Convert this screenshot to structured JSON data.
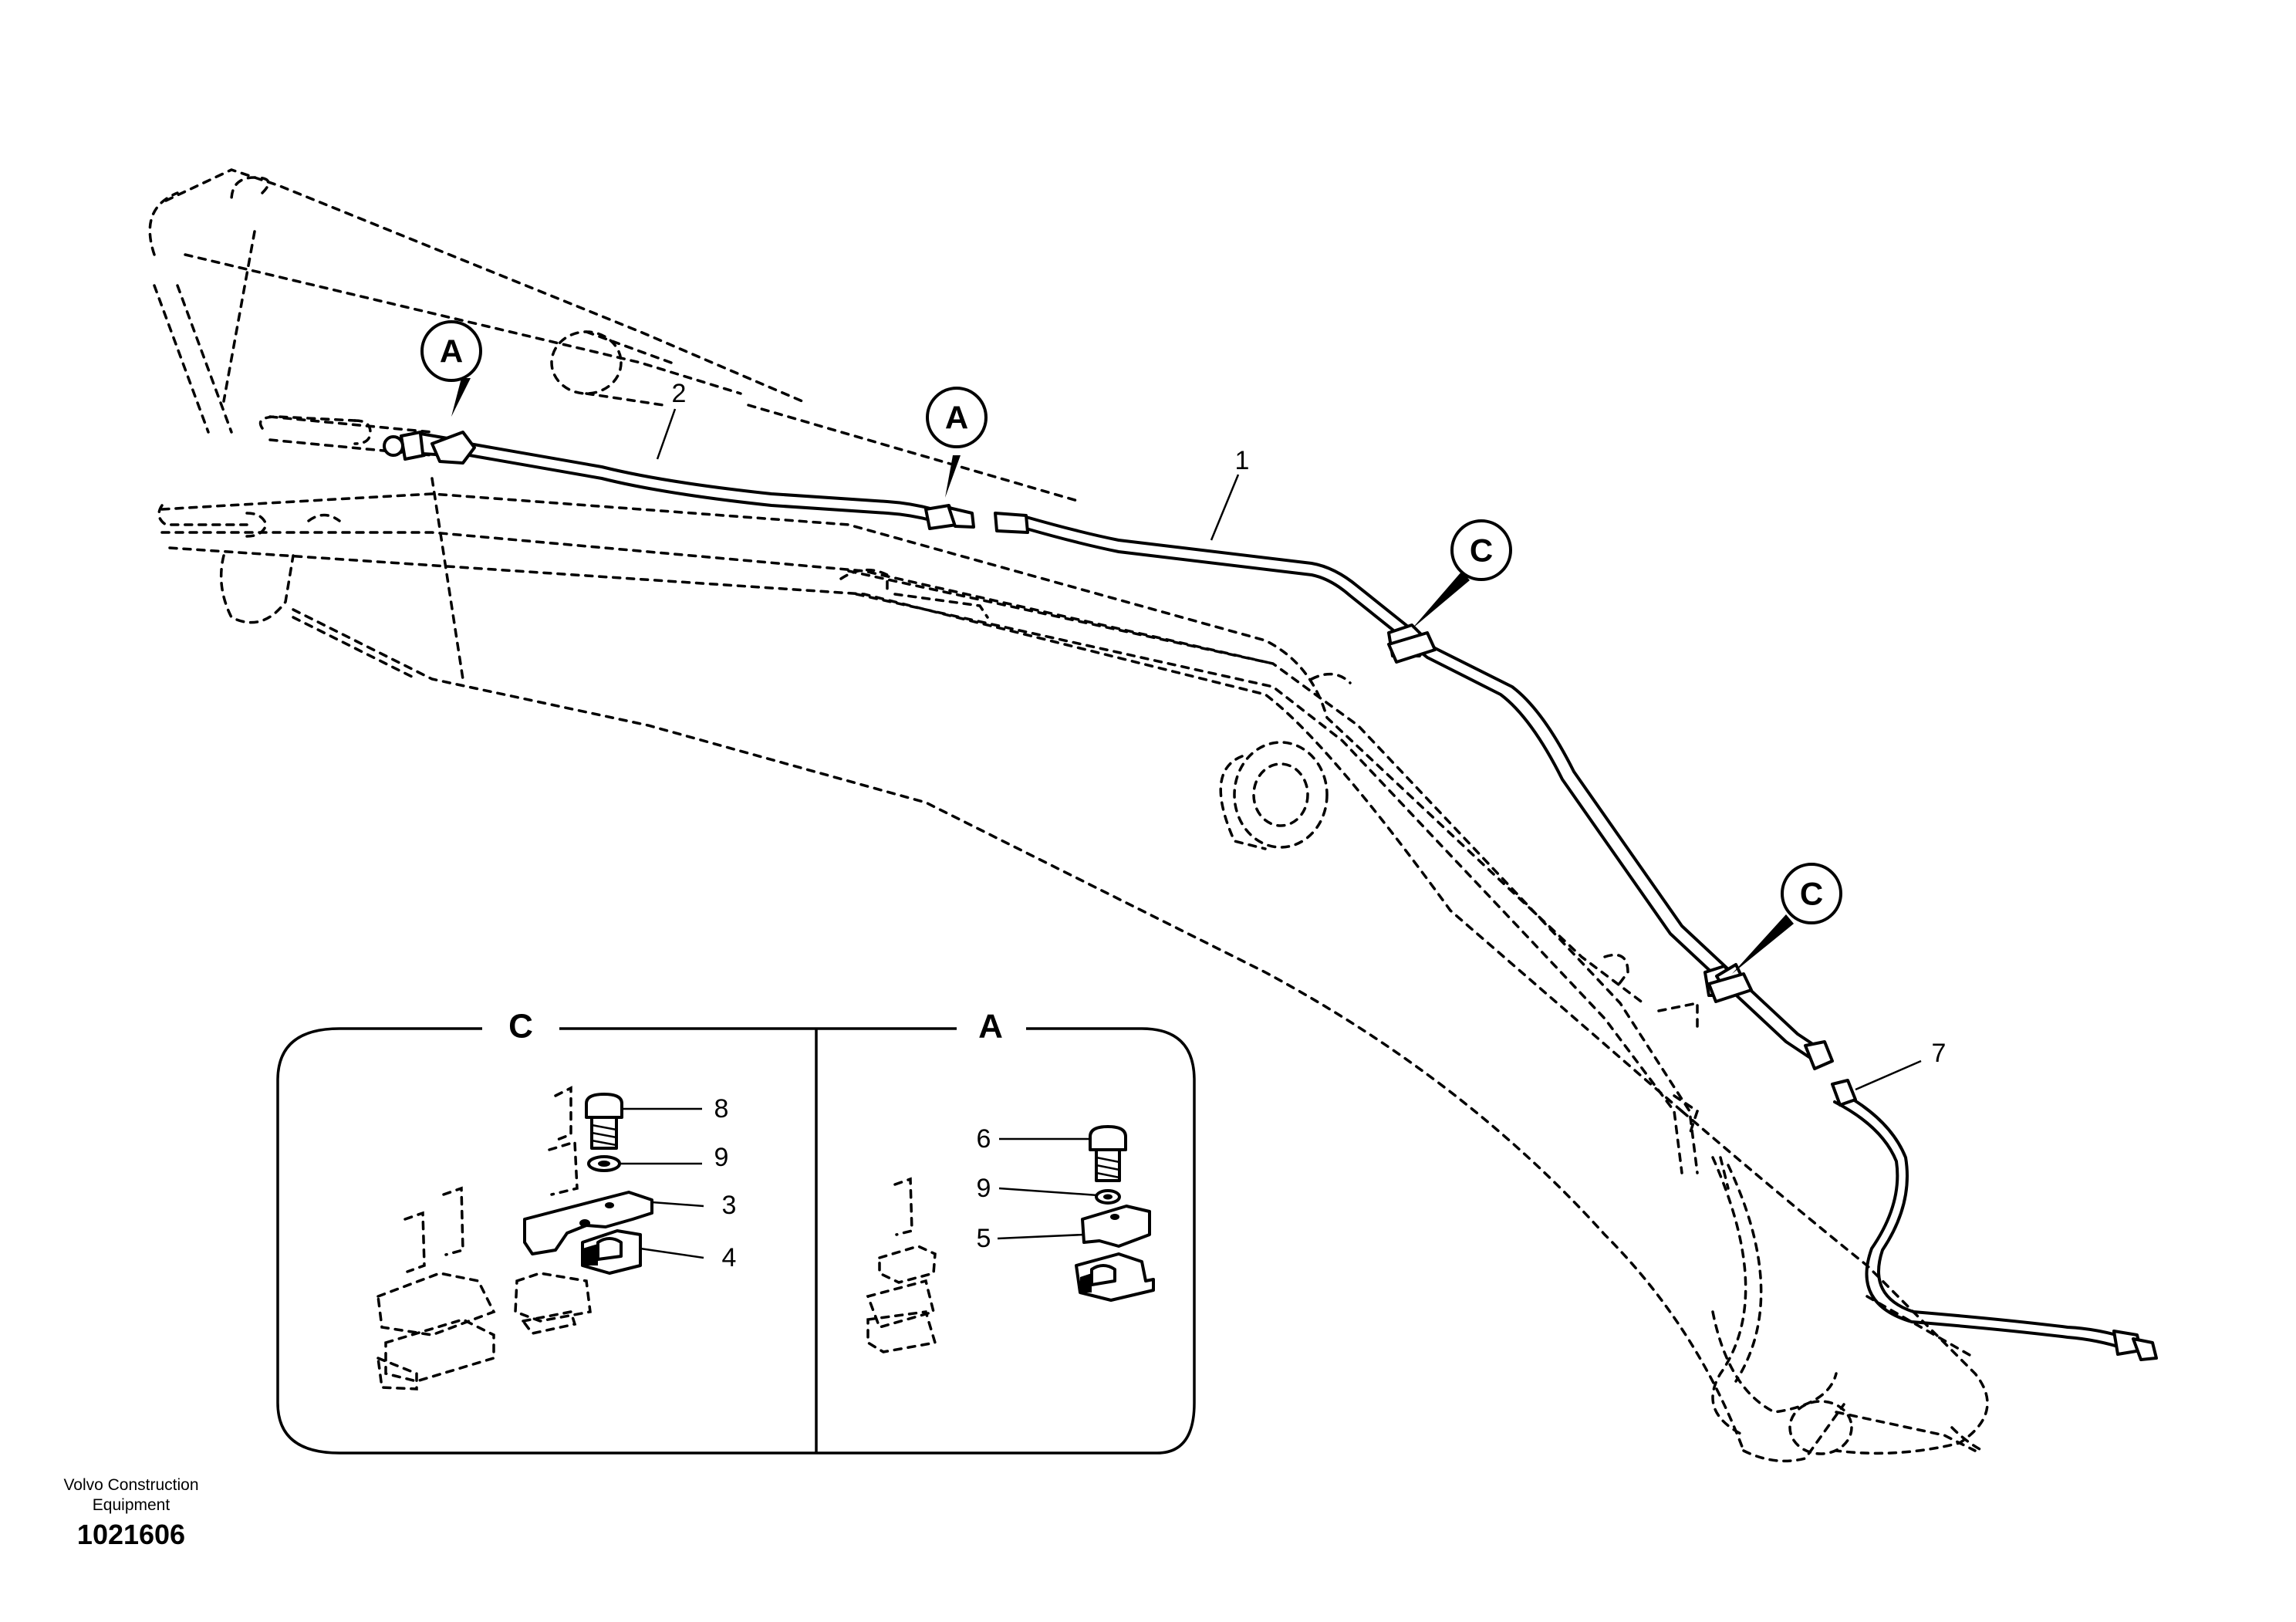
{
  "callouts": {
    "a1": "A",
    "a2": "A",
    "c1": "C",
    "c2": "C"
  },
  "item_numbers": {
    "n1": "1",
    "n2": "2",
    "n7": "7"
  },
  "detail_panel": {
    "left": {
      "title": "C",
      "items": [
        "8",
        "9",
        "3",
        "4"
      ]
    },
    "right": {
      "title": "A",
      "items": [
        "6",
        "9",
        "5"
      ]
    }
  },
  "footer": {
    "maker_line1": "Volvo Construction",
    "maker_line2": "Equipment",
    "doc_number": "1021606"
  }
}
